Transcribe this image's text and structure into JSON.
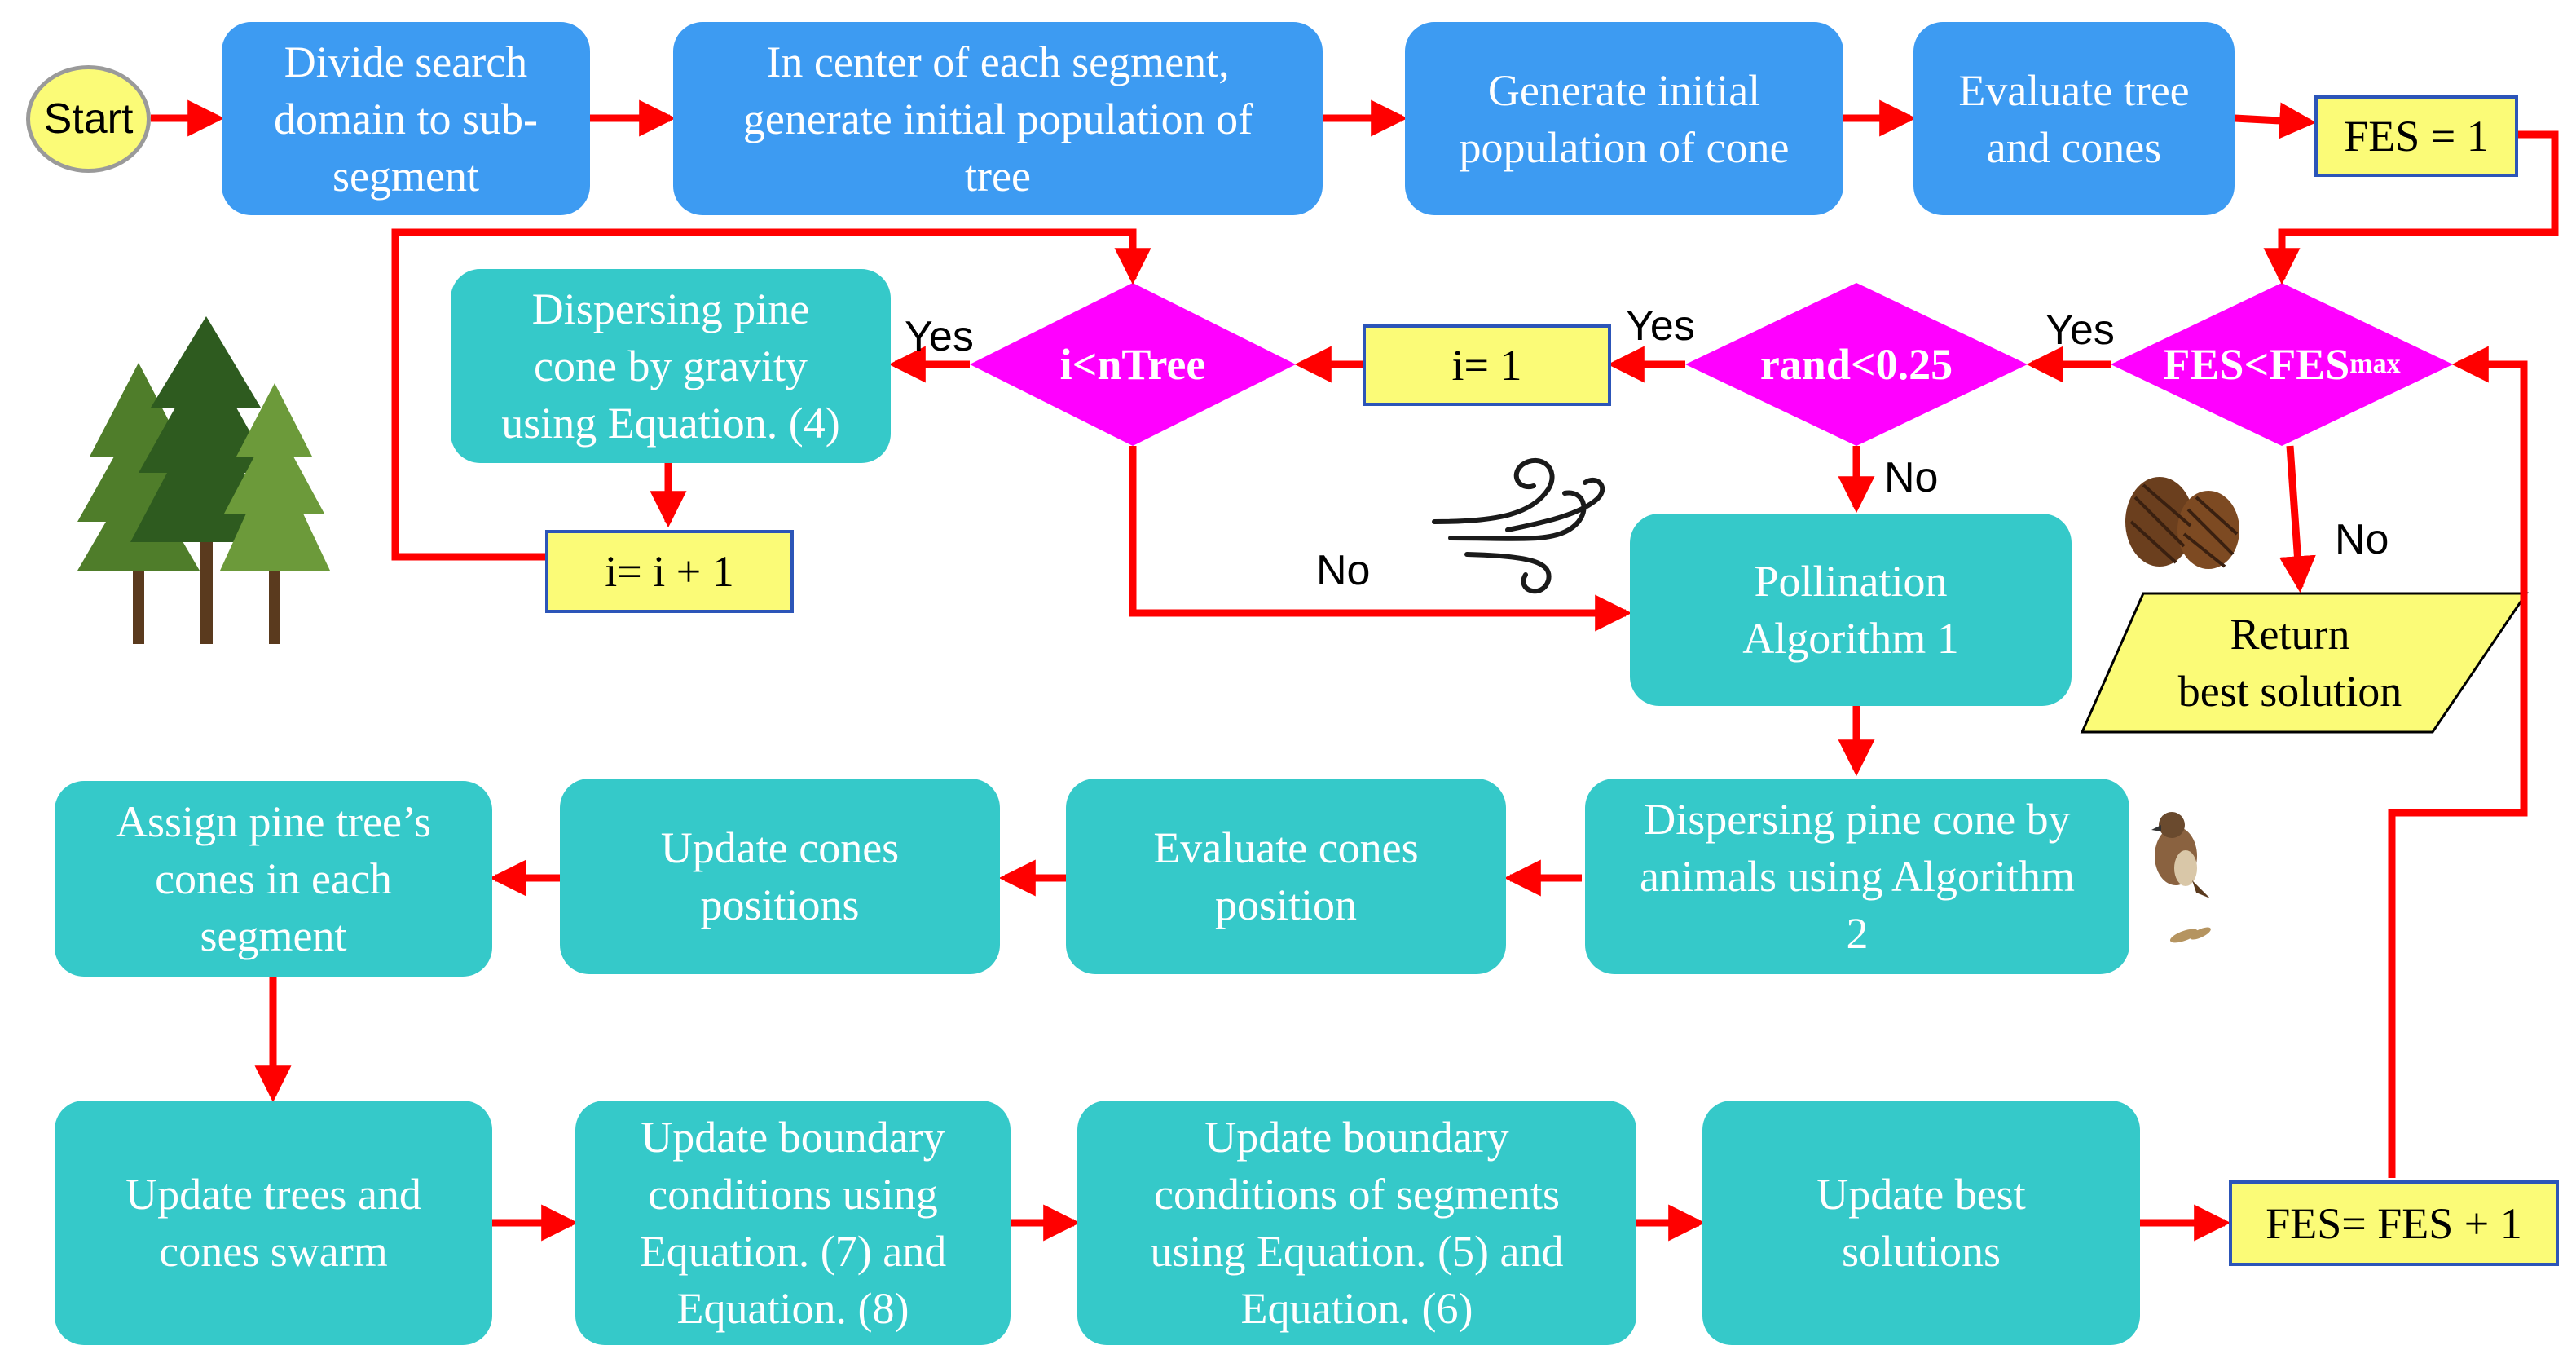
{
  "colors": {
    "process_blue": "#3d9bf2",
    "process_teal": "#35c9c9",
    "decision_magenta": "#ff00ff",
    "counter_yellow": "#fbfb77",
    "arrow_red": "#ff0000"
  },
  "nodes": {
    "start": "Start",
    "divide": "Divide search\ndomain to sub-\nsegment",
    "init_tree": "In center of each segment,\ngenerate initial population of\ntree",
    "init_cone": "Generate initial\npopulation of cone",
    "evaluate_tree": "Evaluate tree\nand cones",
    "fes_init": "FES = 1",
    "fes_check": "FES<FES",
    "fes_check_sub": "max",
    "rand_check": "rand<0.25",
    "i_init": "i= 1",
    "i_check": "i<nTree",
    "gravity": "Dispersing pine\ncone  by gravity\nusing Equation. (4)",
    "i_increment": "i=  i + 1",
    "pollination": "Pollination\nAlgorithm 1",
    "return_best": "Return\nbest solution",
    "animals": "Dispersing pine cone by\nanimals using Algorithm\n2",
    "evaluate_cones": "Evaluate cones\nposition",
    "update_cones": "Update cones\npositions",
    "assign_cones": "Assign pine tree’s\ncones in each\nsegment",
    "update_swarm": "Update trees and\ncones swarm",
    "boundary_78": "Update boundary\nconditions using\nEquation. (7) and\nEquation. (8)",
    "boundary_56": "Update boundary\nconditions of segments\nusing Equation. (5) and\nEquation. (6)",
    "update_best": "Update best\nsolutions",
    "fes_increment": "FES=  FES + 1"
  },
  "edge_labels": {
    "fes_yes": "Yes",
    "fes_no": "No",
    "rand_yes": "Yes",
    "rand_no": "No",
    "i_yes": "Yes",
    "i_no": "No"
  },
  "icons": [
    "pine-trees-icon",
    "wind-icon",
    "pine-cones-icon",
    "sparrow-icon"
  ]
}
